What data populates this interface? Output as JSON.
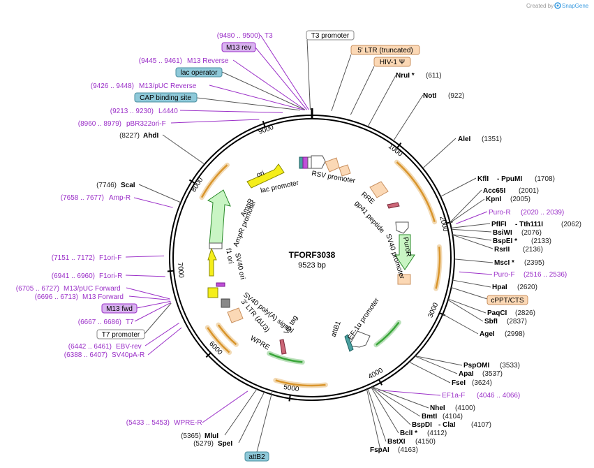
{
  "credit": {
    "prefix": "Created by",
    "brand": "SnapGene"
  },
  "plasmid": {
    "name": "TFORF3038",
    "length": "9523 bp"
  },
  "ticks": [
    "1000",
    "2000",
    "3000",
    "4000",
    "5000",
    "6000",
    "7000",
    "8000",
    "9000"
  ],
  "inner_labels": {
    "lac_promoter": "lac promoter",
    "rsv_promoter": "RSV promoter",
    "rre": "RRE",
    "gp41": "gp41 peptide",
    "sv40_promoter": "SV40 promoter",
    "ef1a_promoter": "EF-1α promoter",
    "attb1": "attB1",
    "v5_tag": "V5 tag",
    "wpre": "WPRE",
    "sv40_polya": "SV40 poly(A) signal",
    "ltr": "3' LTR (ΔU3)",
    "sv40_ori": "SV40 ori",
    "f1_ori": "f1 ori",
    "ampr_promoter": "AmpR promoter",
    "ampr": "AmpR",
    "ori": "ori",
    "puror": "PuroR"
  },
  "boxed": {
    "t3_promoter": "T3 promoter",
    "ltr5": "5' LTR (truncated)",
    "hiv1": "HIV-1 Ψ",
    "m13_rev": "M13 rev",
    "lac_operator": "lac operator",
    "cap_site": "CAP binding site",
    "cppt": "cPPT/CTS",
    "m13_fwd": "M13 fwd",
    "t7_promoter": "T7 promoter",
    "attb2": "attB2"
  },
  "primers": {
    "t3": {
      "range": "(9480 .. 9500)",
      "name": "T3"
    },
    "m13_reverse": {
      "range": "(9445 .. 9461)",
      "name": "M13 Reverse"
    },
    "m13_puc_reverse": {
      "range": "(9426 .. 9448)",
      "name": "M13/pUC Reverse"
    },
    "l4440": {
      "range": "(9213 .. 9230)",
      "name": "L4440"
    },
    "pbr322": {
      "range": "(8960 .. 8979)",
      "name": "pBR322ori-F"
    },
    "amp_r": {
      "range": "(7658 .. 7677)",
      "name": "Amp-R"
    },
    "f1ori_f": {
      "range": "(7151 .. 7172)",
      "name": "F1ori-F"
    },
    "f1ori_r": {
      "range": "(6941 .. 6960)",
      "name": "F1ori-R"
    },
    "m13_puc_forward": {
      "range": "(6705 .. 6727)",
      "name": "M13/pUC Forward"
    },
    "m13_forward": {
      "range": "(6696 .. 6713)",
      "name": "M13 Forward"
    },
    "t7": {
      "range": "(6667 .. 6686)",
      "name": "T7"
    },
    "ebv_rev": {
      "range": "(6442 .. 6461)",
      "name": "EBV-rev"
    },
    "sv40pa_r": {
      "range": "(6388 .. 6407)",
      "name": "SV40pA-R"
    },
    "wpre_r": {
      "range": "(5433 .. 5453)",
      "name": "WPRE-R"
    },
    "puro_r": {
      "name": "Puro-R",
      "range": "(2020 .. 2039)"
    },
    "puro_f": {
      "name": "Puro-F",
      "range": "(2516 .. 2536)"
    },
    "ef1a_f": {
      "name": "EF1a-F",
      "range": "(4046 .. 4066)"
    }
  },
  "sites": {
    "nrui": {
      "name": "NruI *",
      "pos": "(611)"
    },
    "noti": {
      "name": "NotI",
      "pos": "(922)"
    },
    "alei": {
      "name": "AleI",
      "pos": "(1351)"
    },
    "kfli": {
      "name": "KflI",
      "name2": "- PpuMI",
      "pos": "(1708)"
    },
    "acc65i": {
      "name": "Acc65I",
      "pos": "(2001)"
    },
    "kpni": {
      "name": "KpnI",
      "pos": "(2005)"
    },
    "pflfi": {
      "name": "PflFI",
      "name2": "- Tth111I",
      "pos": "(2062)"
    },
    "bsiwi": {
      "name": "BsiWI",
      "pos": "(2076)"
    },
    "bspei": {
      "name": "BspEI *",
      "pos": "(2133)"
    },
    "rsrii": {
      "name": "RsrII",
      "pos": "(2136)"
    },
    "msci": {
      "name": "MscI *",
      "pos": "(2395)"
    },
    "hpai": {
      "name": "HpaI",
      "pos": "(2620)"
    },
    "paqci": {
      "name": "PaqCI",
      "pos": "(2826)"
    },
    "sbfi": {
      "name": "SbfI",
      "pos": "(2837)"
    },
    "agei": {
      "name": "AgeI",
      "pos": "(2998)"
    },
    "pspomi": {
      "name": "PspOMI",
      "pos": "(3533)"
    },
    "apai": {
      "name": "ApaI",
      "pos": "(3537)"
    },
    "fsei": {
      "name": "FseI",
      "pos": "(3624)"
    },
    "nhei": {
      "name": "NheI",
      "pos": "(4100)"
    },
    "bmti": {
      "name": "BmtI",
      "pos": "(4104)"
    },
    "bspdi": {
      "name": "BspDI",
      "name2": "- ClaI",
      "pos": "(4107)"
    },
    "bcli": {
      "name": "BclI *",
      "pos": "(4112)"
    },
    "bstxi": {
      "name": "BstXI",
      "pos": "(4150)"
    },
    "fspai": {
      "name": "FspAI",
      "pos": "(4163)"
    },
    "mlui": {
      "name": "MluI",
      "pos": "(5365)"
    },
    "spei": {
      "name": "SpeI",
      "pos": "(5279)"
    },
    "ahdi": {
      "name": "AhdI",
      "pos": "(8227)"
    },
    "scai": {
      "name": "ScaI",
      "pos": "(7746)"
    }
  },
  "colors": {
    "purple": "#9b30c8",
    "orange_arrow": "#d9952c",
    "green_arrow": "#3aa63a",
    "yellow": "#f5ee1a",
    "mint": "#c9f5c4",
    "peach": "#fbd8b5",
    "teal_box": "#8fc9d9",
    "lavender_box": "#d9b3f0"
  }
}
